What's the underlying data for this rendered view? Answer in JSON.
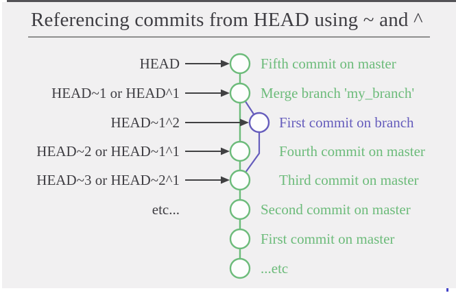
{
  "title": "Referencing commits from HEAD using ~ and ^",
  "rows": [
    {
      "left": "HEAD",
      "right": "Fifth commit on master",
      "type": "master",
      "arrow": true
    },
    {
      "left": "HEAD~1 or HEAD^1",
      "right": "Merge branch 'my_branch'",
      "type": "master",
      "arrow": true
    },
    {
      "left": "HEAD~1^2",
      "right": "First commit on branch",
      "type": "branch",
      "arrow": true
    },
    {
      "left": "HEAD~2 or HEAD~1^1",
      "right": "Fourth commit on master",
      "type": "master",
      "arrow": true
    },
    {
      "left": "HEAD~3 or HEAD~2^1",
      "right": "Third commit on master",
      "type": "master",
      "arrow": true
    },
    {
      "left": "etc...",
      "right": "Second commit on master",
      "type": "master",
      "arrow": false
    },
    {
      "left": "",
      "right": "First commit on master",
      "type": "master",
      "arrow": false
    },
    {
      "left": "",
      "right": "...etc",
      "type": "master",
      "arrow": false
    }
  ],
  "colors": {
    "background": "#f1f0f1",
    "master_green": "#6cbb7a",
    "branch_purple": "#655cbc",
    "text_dark": "#3e3d42",
    "arrow": "#404042",
    "underline": "#8e8e8e",
    "top_bar": "#545357",
    "node_fill": "#fdfdfd",
    "artifact_blue": "#4343c8"
  }
}
